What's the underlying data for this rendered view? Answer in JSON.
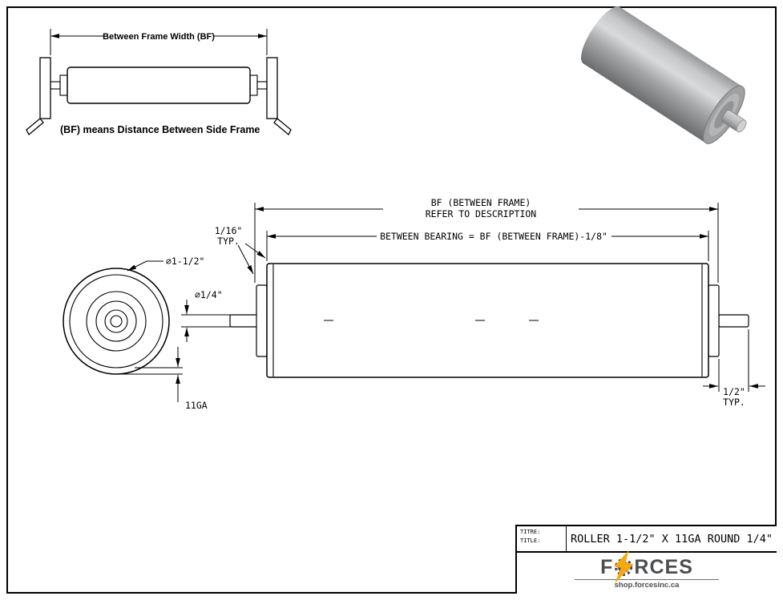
{
  "inset": {
    "dim_label": "Between Frame Width (BF)",
    "caption": "(BF) means Distance Between Side Frame"
  },
  "main_drawing": {
    "bf_dim_line1": "BF (BETWEEN FRAME)",
    "bf_dim_line2": "REFER TO DESCRIPTION",
    "between_bearing_dim": "BETWEEN BEARING = BF (BETWEEN FRAME)-1/8\"",
    "gap_dim": "1/16\"",
    "gap_dim_typ": "TYP.",
    "roller_dia": "⌀1-1/2\"",
    "shaft_dia": "⌀1/4\"",
    "wall_gauge": "11GA",
    "shaft_ext_dim": "1/2\"",
    "shaft_ext_typ": "TYP."
  },
  "title_block": {
    "label_titre": "TITRE:",
    "label_title": "TITLE:",
    "drawing_title": "ROLLER 1-1/2\" X 11GA ROUND 1/4\"",
    "brand_f": "F",
    "brand_rest": "RCES",
    "website": "shop.forcesinc.ca"
  },
  "colors": {
    "line": "#000000",
    "logo_gray": "#4d4e50",
    "bolt_yellow": "#f7a80d"
  }
}
